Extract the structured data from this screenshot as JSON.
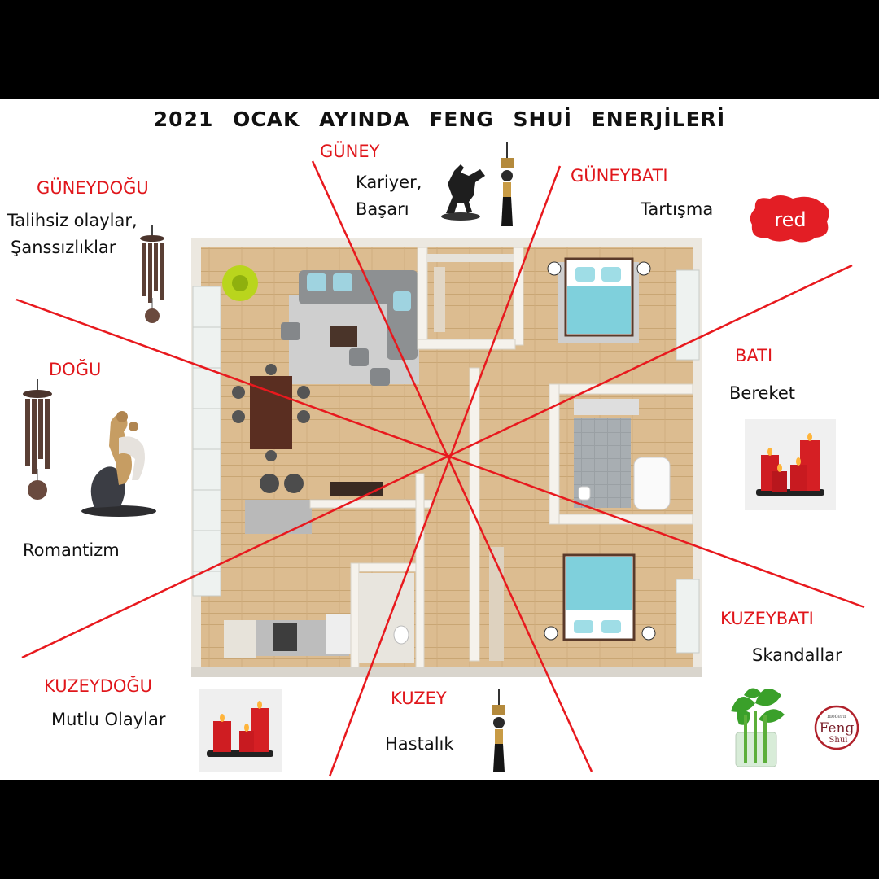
{
  "title": "2021   OCAK   AYINDA   FENG SHUİ   ENERJİLERİ",
  "directions": {
    "guney": {
      "name": "GÜNEY",
      "text": [
        "Kariyer,",
        "Başarı"
      ]
    },
    "guneybati": {
      "name": "GÜNEYBATI",
      "text": [
        "Tartışma"
      ]
    },
    "guneydogu": {
      "name": "GÜNEYDOĞU",
      "text": [
        "Talihsiz olaylar,",
        "Şanssızlıklar"
      ]
    },
    "dogu": {
      "name": "DOĞU",
      "text": [
        "Romantizm"
      ]
    },
    "bati": {
      "name": "BATI",
      "text": [
        "Bereket"
      ]
    },
    "kuzeybati": {
      "name": "KUZEYBATI",
      "text": [
        "Skandallar"
      ]
    },
    "kuzeydogu": {
      "name": "KUZEYDOĞU",
      "text": [
        "Mutlu Olaylar"
      ]
    },
    "kuzey": {
      "name": "KUZEY",
      "text": [
        "Hastalık"
      ]
    }
  },
  "badges": {
    "red_logo": "red",
    "brand_top": "modern",
    "brand_main": "Feng",
    "brand_sub": "Shui"
  },
  "colors": {
    "accent": "#e0161b",
    "line": "#e8191e",
    "floor": "#d9b88c",
    "wall": "#f2efe9"
  }
}
